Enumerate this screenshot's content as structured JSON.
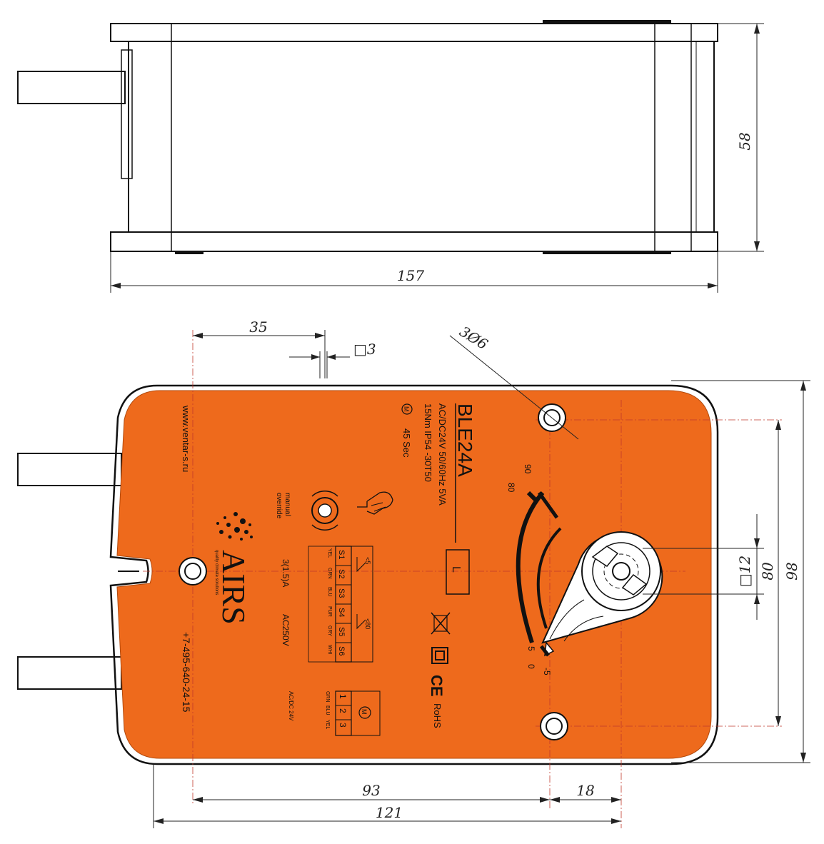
{
  "dimensions": {
    "top_width": "157",
    "top_height": "58",
    "hole_offset": "35",
    "slot": "□3",
    "holes": "3Ø6",
    "shaft": "□12",
    "span_80": "80",
    "span_98": "98",
    "d93": "93",
    "d18": "18",
    "d121": "121"
  },
  "label": {
    "model": "BLE24A",
    "spec1": "AC/DC24V 50/60Hz 5VA",
    "spec2": "15Nm  IP54  -30T50",
    "motor_time": "45 Sec",
    "motor_symbol": "M",
    "website": "www.ventar-s.ru",
    "phone": "+7-495-640-24-15",
    "brand": "AIRS",
    "brand_tagline": "quality climate solutions",
    "manual_override": [
      "manual",
      "override"
    ],
    "direction": "L",
    "switch_rating": "3(1.5)A",
    "switch_voltage": "AC250V",
    "switch_angle_1": "<5",
    "switch_angle_2": "<80",
    "switch_terminals": [
      "S1",
      "S2",
      "S3",
      "S4",
      "S5",
      "S6"
    ],
    "switch_wires": [
      "YEL",
      "GRN",
      "BLU",
      "PUR",
      "GRY",
      "WHI"
    ],
    "power_terminals": [
      "1",
      "2",
      "3"
    ],
    "power_wires": [
      "GRN",
      "BLU",
      "YEL"
    ],
    "power_voltage": "AC/DC 24V",
    "scale_top": [
      "90",
      "80"
    ],
    "scale_bottom": [
      "5",
      "0",
      "-5"
    ],
    "ce": "CE",
    "rohs": "RoHS"
  },
  "colors": {
    "body_orange": "#ee6a1c",
    "outline": "#111111",
    "centerline": "#c0392b"
  }
}
